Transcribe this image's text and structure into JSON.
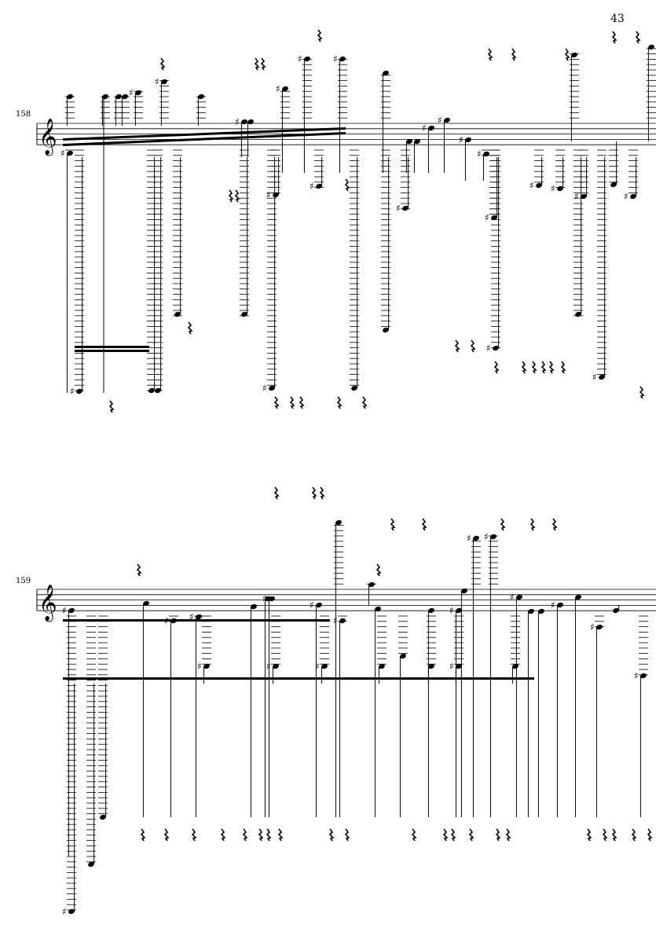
{
  "page": {
    "number": "43"
  },
  "systems": [
    {
      "measure_number": "158",
      "clef": "treble"
    },
    {
      "measure_number": "159",
      "clef": "treble"
    }
  ],
  "colors": {
    "ink": "#000000",
    "paper": "#ffffff"
  }
}
